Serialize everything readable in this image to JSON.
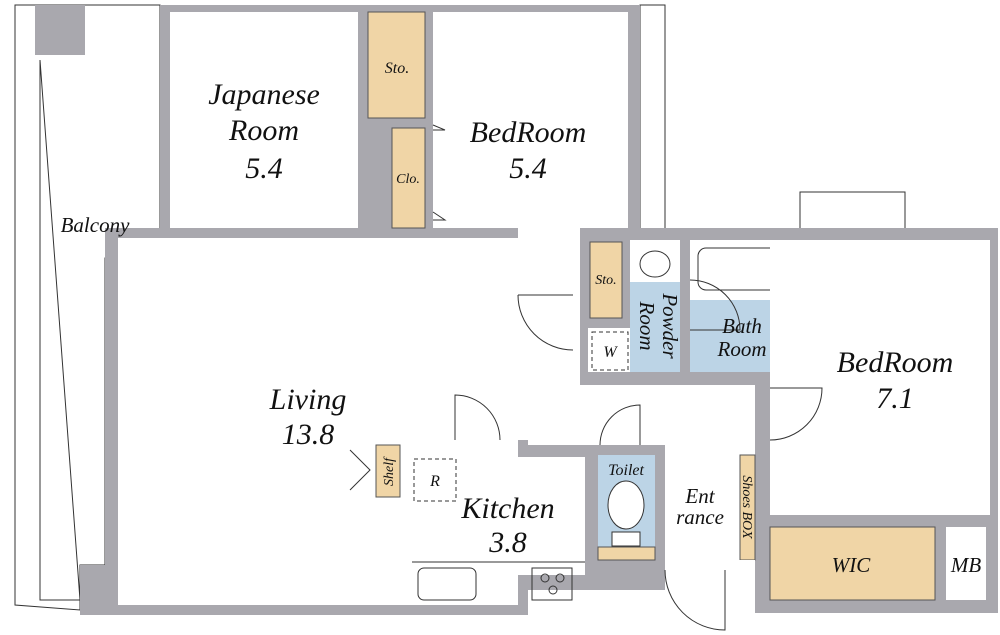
{
  "title": "Floor plan",
  "colors": {
    "wall": "#a9a8ae",
    "storage": "#f0d5a6",
    "wet_area": "#bcd4e6"
  },
  "rooms": {
    "balcony": "Balcony",
    "japanese_room": {
      "name1": "Japanese",
      "name2": "Room",
      "size": "5.4"
    },
    "storage_top": "Sto.",
    "closet": "Clo.",
    "bedroom_north": {
      "name": "BedRoom",
      "size": "5.4"
    },
    "living": {
      "name": "Living",
      "size": "13.8"
    },
    "storage_wet": "Sto.",
    "washer": "W",
    "powder_room": {
      "name1": "Powder",
      "name2": "Room"
    },
    "bath_room": {
      "name1": "Bath",
      "name2": "Room"
    },
    "bedroom_east": {
      "name": "BedRoom",
      "size": "7.1"
    },
    "shelf": "Shelf",
    "refrigerator": "R",
    "kitchen": {
      "name": "Kitchen",
      "size": "3.8"
    },
    "toilet": "Toilet",
    "entrance": {
      "name1": "Ent",
      "name2": "rance"
    },
    "shoes_box": "Shoes BOX",
    "wic": "WIC",
    "mb": "MB"
  }
}
